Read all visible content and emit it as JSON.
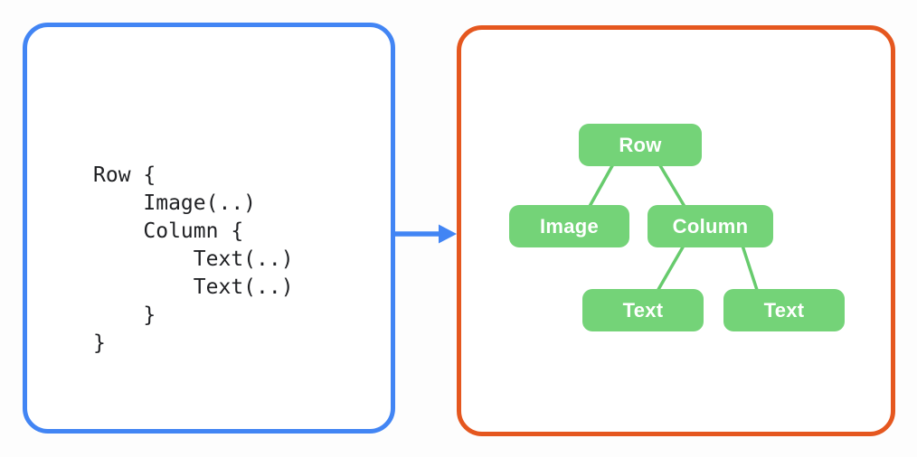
{
  "code_panel": {
    "border_color": "#4285F4",
    "code_lines": [
      "Row {",
      "    Image(..)",
      "    Column {",
      "        Text(..)",
      "        Text(..)",
      "    }",
      "}"
    ]
  },
  "arrow": {
    "color": "#4285F4",
    "direction": "right"
  },
  "tree_panel": {
    "border_color": "#E5571F",
    "node_fill": "#74D378",
    "node_text_color": "#FFFFFF",
    "connector_color": "#67CB6D",
    "nodes": [
      {
        "id": "row",
        "label": "Row"
      },
      {
        "id": "image",
        "label": "Image"
      },
      {
        "id": "column",
        "label": "Column"
      },
      {
        "id": "text-1",
        "label": "Text"
      },
      {
        "id": "text-2",
        "label": "Text"
      }
    ],
    "edges": [
      {
        "from": "row",
        "to": "image"
      },
      {
        "from": "row",
        "to": "column"
      },
      {
        "from": "column",
        "to": "text-1"
      },
      {
        "from": "column",
        "to": "text-2"
      }
    ]
  }
}
